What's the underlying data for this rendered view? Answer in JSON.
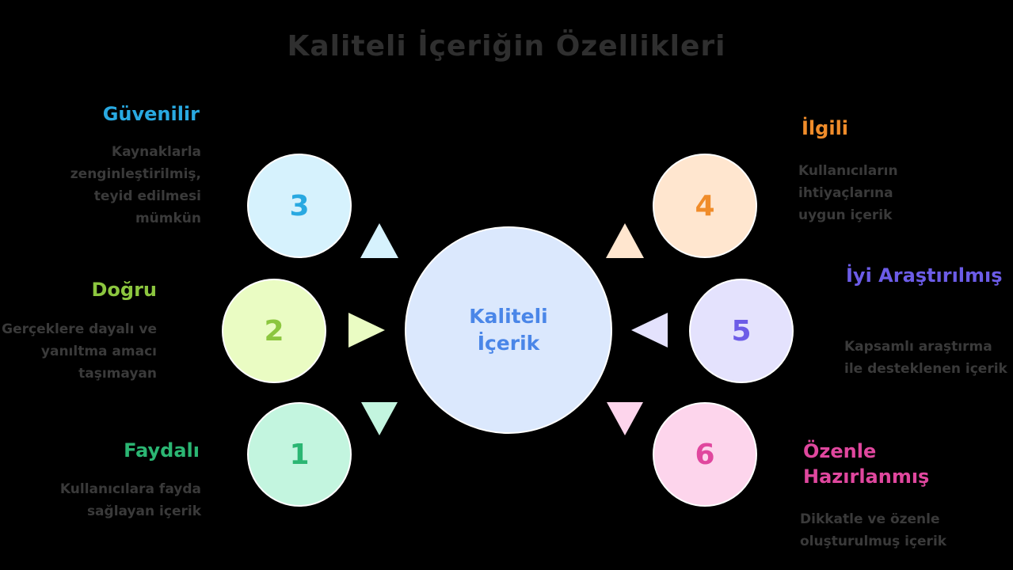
{
  "title": "Kaliteli İçeriğin Özellikleri",
  "center": {
    "line1": "Kaliteli",
    "line2": "İçerik",
    "fill": "#dbe8fd",
    "text_color": "#4a86e8"
  },
  "nodes": [
    {
      "number": "1",
      "heading": "Faydalı",
      "description": "Kullanıcılara fayda sağlayan içerik",
      "fill": "#c3f5df",
      "color": "#2bb673"
    },
    {
      "number": "2",
      "heading": "Doğru",
      "description": "Gerçeklere dayalı ve yanıltma amacı taşımayan",
      "fill": "#eafcc3",
      "color": "#8cc63f"
    },
    {
      "number": "3",
      "heading": "Güvenilir",
      "description": "Kaynaklarla zenginleştirilmiş, teyid edilmesi mümkün",
      "fill": "#d6f2fd",
      "color": "#29a9e1"
    },
    {
      "number": "4",
      "heading": "İlgili",
      "description": "Kullanıcıların ihtiyaçlarına uygun içerik",
      "fill": "#ffe6cf",
      "color": "#f08c2a"
    },
    {
      "number": "5",
      "heading": "İyi Araştırılmış",
      "description": "Kapsamlı araştırma ile desteklenen içerik",
      "fill": "#e4e2fd",
      "color": "#6c5ce7"
    },
    {
      "number": "6",
      "heading": "Özenle Hazırlanmış",
      "description": "Dikkatle ve özenle oluşturulmuş içerik",
      "fill": "#fdd5ec",
      "color": "#e0479e"
    }
  ]
}
